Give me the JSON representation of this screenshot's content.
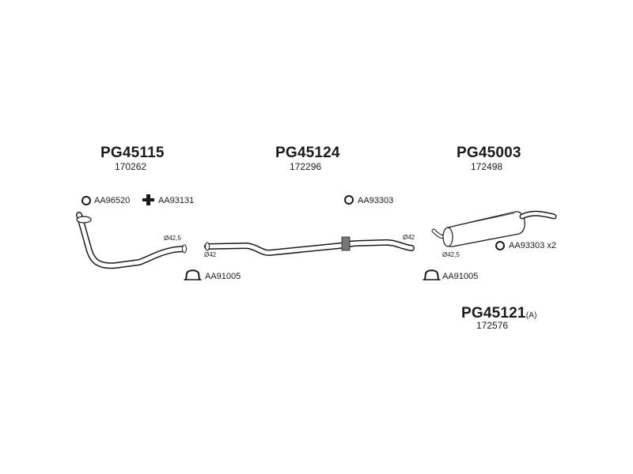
{
  "parts": {
    "front": {
      "number": "PG45115",
      "ref": "170262"
    },
    "middle": {
      "number": "PG45124",
      "ref": "172296"
    },
    "rear": {
      "number": "PG45003",
      "ref": "172498"
    },
    "kit": {
      "number": "PG45121",
      "suffix": "(A)",
      "ref": "172576"
    }
  },
  "accessories": {
    "seal_front": "AA96520",
    "rubber_mount": "AA93131",
    "clamp_front": "AA91005",
    "ring_middle": "AA93303",
    "clamp_rear": "AA91005",
    "ring_rear": "AA93303 x2"
  },
  "diameters": {
    "front_outlet": "Ø42,5",
    "middle_inlet": "Ø42",
    "middle_outlet": "Ø42",
    "rear_inlet": "Ø42,5"
  },
  "icons": {
    "ring": "o-ring-icon",
    "mount": "rubber-mount-icon",
    "clamp": "clamp-icon"
  },
  "colors": {
    "line": "#1a1a1a",
    "fill": "#ffffff",
    "shade": "#777777"
  }
}
